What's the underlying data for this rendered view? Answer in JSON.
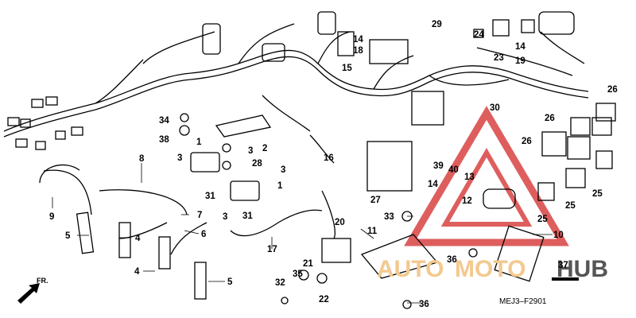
{
  "diagram": {
    "code": "MEJ3–F2901",
    "front_label": "FR.",
    "watermark": {
      "part1": "AUTO",
      "part2": "MOTO",
      "part3": "HUB"
    },
    "callouts": [
      "1",
      "1",
      "2",
      "3",
      "3",
      "3",
      "3",
      "4",
      "4",
      "5",
      "5",
      "6",
      "7",
      "8",
      "9",
      "10",
      "11",
      "12",
      "13",
      "14",
      "14",
      "14",
      "15",
      "16",
      "17",
      "18",
      "19",
      "20",
      "21",
      "22",
      "23",
      "24",
      "25",
      "25",
      "25",
      "26",
      "26",
      "26",
      "27",
      "28",
      "29",
      "30",
      "31",
      "31",
      "32",
      "33",
      "34",
      "35",
      "36",
      "36",
      "37",
      "38",
      "39",
      "40"
    ],
    "colors": {
      "watermark_triangle": "#d94242",
      "watermark_orange": "#f3c98f",
      "watermark_gray": "#555555",
      "line": "#000000"
    }
  }
}
